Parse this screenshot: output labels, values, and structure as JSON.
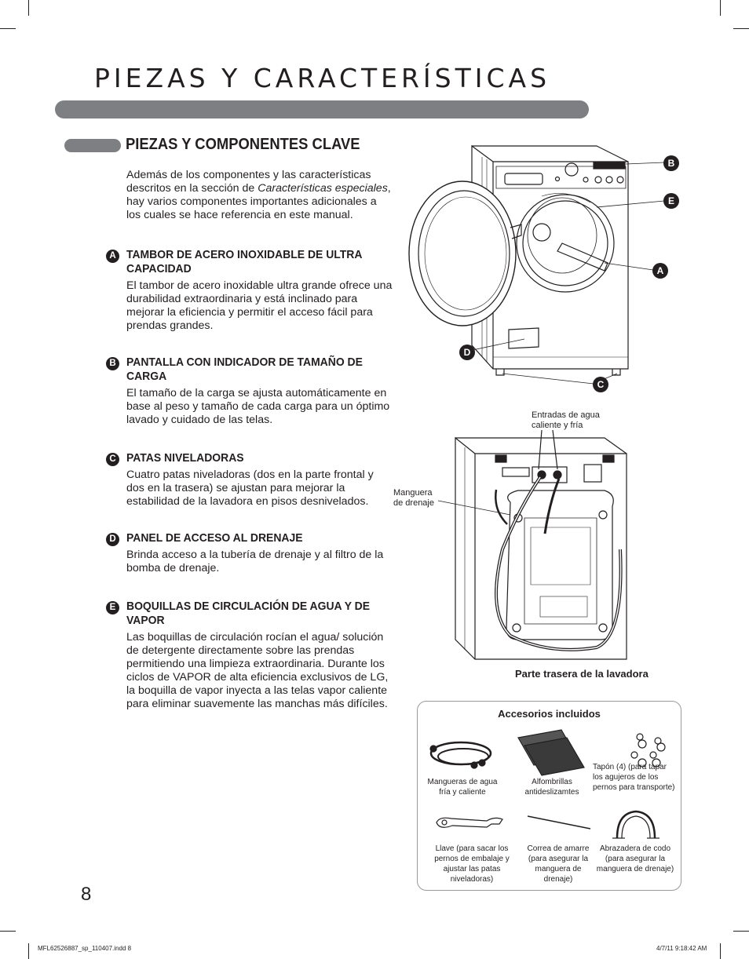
{
  "page": {
    "title": "PIEZAS Y CARACTERÍSTICAS",
    "page_number": "8",
    "footer_left": "MFL62526887_sp_110407.indd   8",
    "footer_right": "4/7/11   9:18:42 AM"
  },
  "section": {
    "title": "PIEZAS Y COMPONENTES CLAVE",
    "intro_1": "Además de los componentes y las características descritos en la sección de ",
    "intro_em": "Características especiales",
    "intro_2": ", hay varios componentes importantes adicionales a los cuales se hace referencia en este manual."
  },
  "items": [
    {
      "letter": "A",
      "heading": "TAMBOR DE ACERO INOXIDABLE DE ULTRA CAPACIDAD",
      "body": "El tambor de acero inoxidable ultra grande ofrece una durabilidad extraordinaria y está inclinado para mejorar la eficiencia y permitir el acceso fácil para prendas grandes."
    },
    {
      "letter": "B",
      "heading": "PANTALLA CON INDICADOR DE TAMAÑO DE CARGA",
      "body": "El tamaño de la carga se ajusta automáticamente en base al peso y tamaño de cada carga para un óptimo lavado y cuidado de las telas."
    },
    {
      "letter": "C",
      "heading": "PATAS NIVELADORAS",
      "body": "Cuatro patas niveladoras (dos en la parte frontal y dos en la trasera) se ajustan para mejorar la estabilidad de la lavadora en pisos desnivelados."
    },
    {
      "letter": "D",
      "heading": "PANEL DE ACCESO AL DRENAJE",
      "body": "Brinda acceso a la tubería de drenaje y al filtro de la bomba de drenaje."
    },
    {
      "letter": "E",
      "heading": "BOQUILLAS DE CIRCULACIÓN DE AGUA Y DE VAPOR",
      "body": "Las boquillas de circulación rocían el agua/ solución de detergente directamente sobre las prendas permitiendo una limpieza extraordinaria. Durante los ciclos de VAPOR de alta eficiencia exclusivos de LG, la boquilla de vapor inyecta a las telas vapor caliente para eliminar suavemente las manchas más difíciles."
    }
  ],
  "front_callouts": [
    "B",
    "E",
    "A",
    "D",
    "C"
  ],
  "rear": {
    "inlets_label": "Entradas de agua caliente y fría",
    "hose_label": "Manguera de drenaje",
    "caption": "Parte trasera de la lavadora"
  },
  "accessories": {
    "title": "Accesorios incluidos",
    "items": [
      "Mangueras de agua fría y caliente",
      "Alfombrillas antideslizamtes",
      "Tapón (4) (para tapar los agujeros de los pernos para transporte)",
      "Llave (para sacar los pernos de embalaje y ajustar las patas niveladoras)",
      "Correa de amarre (para asegurar la manguera de drenaje)",
      "Abrazadera de codo (para asegurar la manguera de drenaje)"
    ]
  },
  "colors": {
    "bar_gray": "#7d7f82",
    "text": "#231f20"
  }
}
